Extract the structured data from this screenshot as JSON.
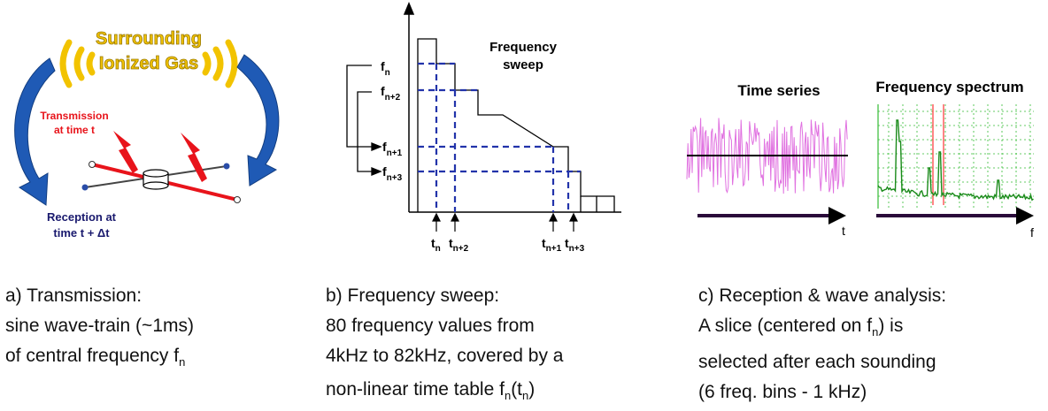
{
  "panel_a": {
    "gas_line1": "Surrounding",
    "gas_line2": "Ionized Gas",
    "tx_line1": "Transmission",
    "tx_line2": "at time t",
    "rx_line1": "Reception at",
    "rx_line2": "time t + Δt",
    "colors": {
      "gas": "#f2c300",
      "gas_outline": "#b89400",
      "arrow_blue": "#1f5ab5",
      "tx_red": "#e8141b",
      "rx_navy": "#1a1a6e"
    }
  },
  "panel_b": {
    "title_line1": "Frequency",
    "title_line2": "sweep",
    "freq_labels": [
      {
        "main": "f",
        "sub": "n"
      },
      {
        "main": "f",
        "sub": "n+2"
      },
      {
        "main": "f",
        "sub": "n+1"
      },
      {
        "main": "f",
        "sub": "n+3"
      }
    ],
    "time_labels": [
      {
        "main": "t",
        "sub": "n"
      },
      {
        "main": "t",
        "sub": "n+2"
      },
      {
        "main": "t",
        "sub": "n+1"
      },
      {
        "main": "t",
        "sub": "n+3"
      }
    ],
    "colors": {
      "dash": "#2233aa"
    }
  },
  "panel_c": {
    "time_series_title": "Time series",
    "spectrum_title": "Frequency spectrum",
    "time_axis_label": "t",
    "freq_axis_label": "f",
    "colors": {
      "signal": "#e070e0",
      "spectrum": "#1a8a1a",
      "grid": "#33bb33",
      "marker": "#ff3333",
      "axis_arrow": "#2a0a3a"
    }
  },
  "captions": {
    "a": {
      "line1": "a) Transmission:",
      "line2": "sine wave-train (~1ms)",
      "line3_pre": "of central frequency f",
      "line3_sub": "n"
    },
    "b": {
      "line1": "b) Frequency sweep:",
      "line2": "80 frequency values from",
      "line3": "4kHz to 82kHz, covered by a",
      "line4_pre": "non-linear time table f",
      "line4_sub1": "n",
      "line4_mid": "(t",
      "line4_sub2": "n",
      "line4_end": ")"
    },
    "c": {
      "line1": "c) Reception & wave analysis:",
      "line2_pre": "A slice (centered on f",
      "line2_sub": "n",
      "line2_end": ") is",
      "line3": "selected after each sounding",
      "line4": "(6 freq. bins - 1 kHz)"
    }
  }
}
